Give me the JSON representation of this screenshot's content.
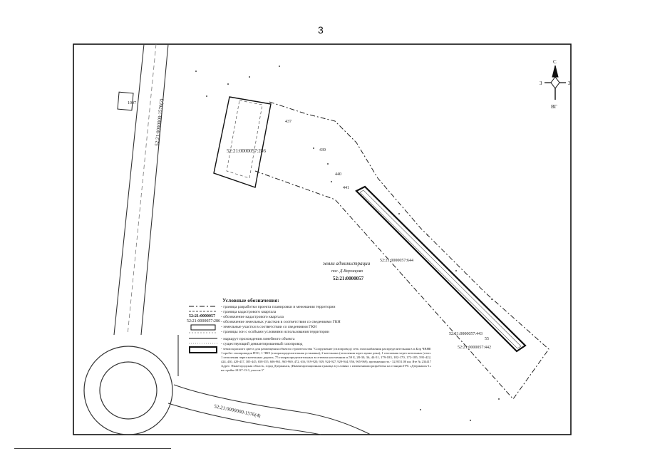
{
  "page": {
    "number": "3"
  },
  "compass": {
    "north": "С",
    "east": "З",
    "west": "З",
    "south": "ВГ"
  },
  "parcels": {
    "upper_parcel": "52:21:0000057:286",
    "strip_parcel_main": "52:21:0000057:644",
    "strip_parcel_lower": "52:21:0000057:443",
    "strip_parcel_end": "52:21:0000057:442",
    "road_upper": "52:21:0000000:1576(2)",
    "road_lower": "52:21:0000000:1576(4)",
    "small_building": "1007"
  },
  "point_labels": {
    "p1": "437",
    "p2": "439",
    "p3": "440",
    "p4": "441",
    "p5": "55"
  },
  "quarter": {
    "line1": "земли администрации",
    "line2": "пос. Д.Воронцово",
    "number": "52:21:0000057"
  },
  "legend": {
    "title": "Условные обозначения:",
    "sample_quarter": "52:21:0000057",
    "sample_parcel": "52:21:0000057:286",
    "items": [
      "- граница разработки проекта планировки и межевания территории",
      "- граница кадастрового квартала",
      "- обозначение кадастрового квартала",
      "- обозначение земельных участков в соответствии со сведениями ГКН",
      "- земельные участки в соответствии со сведениями ГКН",
      "- границы зон с особыми условиями использования территории",
      "- маршрут прохождения линейного объекта",
      "- существующий девиантированный газопровод"
    ],
    "note_lines": [
      "- земли красного цвета для размещения объекта строительства \"Сооружение (газопровод) сеть газоснабжения распределительная в п.Бор ЧВНЕ",
      "1 пробег газопроводов ПЭС, 1 ЧВЭ (газораспределительная установка), 2 котельных (отопления через пункт река), 1 отопления через котельных (отоп.",
      "1 отопления через котельных дороги, 75 газораспределительных в сетевом населенном п.59 Б, 28-30, 36, 44-51, 179-183, 182-170, 172-185, 595-422,",
      "424, 430, 429-437, 305-445, 658-555, 606-961, 965-969, 472, 616, 919-920, 929, 924-927, 929-944, 956, 965-969), протяженность - 32,9551.00 км, Яте № 234417",
      "Адрес: Нижегородская область, город Дзержинск, (Инвентаризационная граница в условиях с изменениями разработка на станции ГРС «Дзержинск-1»",
      "на стройке 24127-13-3, участок 3\""
    ]
  }
}
